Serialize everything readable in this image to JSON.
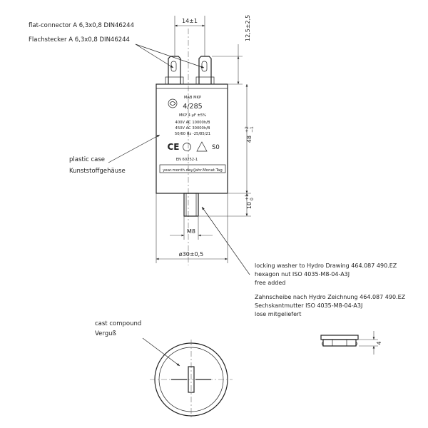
{
  "callouts": {
    "flat_connector_en": "flat-connector  A  6,3x0,8  DIN46244",
    "flat_connector_de": "Flachstecker  A  6,3x0,8  DIN46244",
    "plastic_case_en": "plastic case",
    "plastic_case_de": "Kunststoffgehäuse",
    "washer_en_1": "locking washer to Hydro Drawing 464.087 490.EZ",
    "washer_en_2": "hexagon nut ISO 4035-M8-04-A3J",
    "washer_en_3": "free added",
    "washer_de_1": "Zahnscheibe nach Hydro Zeichnung 464.087 490.EZ",
    "washer_de_2": "Sechskantmutter ISO 4035-M8-04-A3J",
    "washer_de_3": "lose mitgeliefert",
    "cast_en": "cast compound",
    "cast_de": "Verguß"
  },
  "dimensions": {
    "terminal_spacing": "14±1",
    "terminal_height": "12,5±2,5",
    "body_height": "48",
    "body_height_tol_upper": "+2",
    "body_height_tol_lower": "−1",
    "stud_length": "10",
    "stud_length_tol_upper": "+1",
    "stud_length_tol_lower": "0",
    "thread": "M8",
    "diameter": "ø30±0,5",
    "nut_thickness": "4"
  },
  "label": {
    "line1": "MAB MKP",
    "line2": "4/285",
    "line3": "MKP  4  µF ±5%",
    "line4": "400V AC 10000h/B",
    "line5": "450V AC 30000h/B",
    "line6": "50/60 Hz -25/85/21",
    "ce": "CE",
    "s0": "S0",
    "standard": "EN 60252-1",
    "date": "year.month.day/Jahr.Monat.Tag"
  }
}
